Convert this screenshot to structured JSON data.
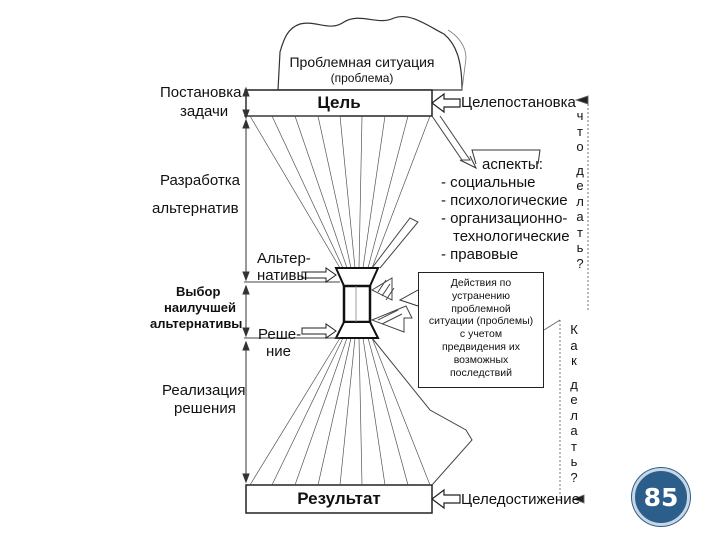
{
  "diagram": {
    "top_situation": {
      "title": "Проблемная ситуация",
      "subtitle": "(проблема)"
    },
    "goal_box": "Цель",
    "result_box": "Результат",
    "right_top": "Целепостановка",
    "right_bottom": "Целедостижение",
    "left_stages": {
      "stage1": [
        "Постановка",
        "задачи"
      ],
      "stage2": [
        "Разработка",
        "альтернатив"
      ],
      "stage3": [
        "Выбор",
        "наилучшей",
        "альтернативы"
      ],
      "stage4": [
        "Реализация",
        "решения"
      ]
    },
    "alternatives": [
      "Альтер-",
      "нативы"
    ],
    "decision": [
      "Реше-",
      "ние"
    ],
    "aspects": {
      "header": "аспекты:",
      "items": [
        "- социальные",
        "- психологические",
        "- организационно-",
        "технологические",
        "- правовые"
      ]
    },
    "actions_box": [
      "Действия по",
      "устранению",
      "проблемной",
      "ситуации (проблемы)",
      "с учетом",
      "предвидения их",
      "возможных",
      "последствий"
    ],
    "vertical_what": [
      "ч",
      "т",
      "о",
      "",
      "д",
      "е",
      "л",
      "а",
      "т",
      "ь",
      "?"
    ],
    "vertical_how": [
      "К",
      "а",
      "к",
      "",
      "д",
      "е",
      "л",
      "а",
      "т",
      "ь",
      "?"
    ],
    "page_number": "85"
  }
}
